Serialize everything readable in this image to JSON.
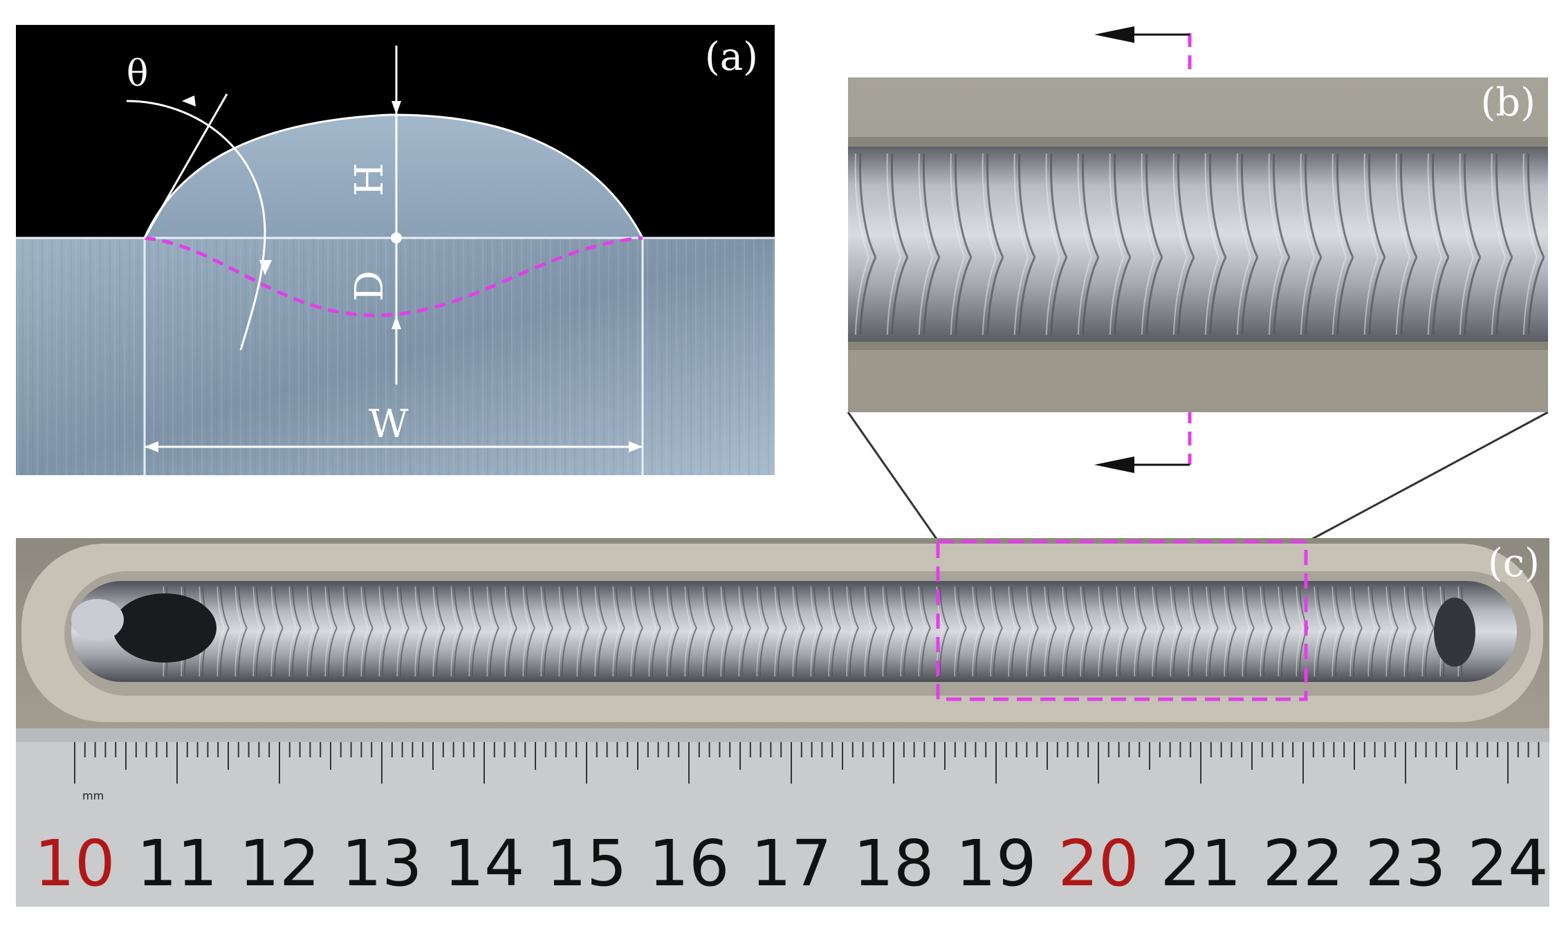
{
  "panels": {
    "a": {
      "label": "(a)",
      "symbols": {
        "theta": "θ",
        "height": "H",
        "depth": "D",
        "width": "W"
      }
    },
    "b": {
      "label": "(b)"
    },
    "c": {
      "label": "(c)"
    }
  },
  "ruler": {
    "unit": "mm",
    "numbers": [
      "10",
      "11",
      "12",
      "13",
      "14",
      "15",
      "16",
      "17",
      "18",
      "19",
      "20",
      "21",
      "22",
      "23",
      "24"
    ],
    "highlight_numbers": [
      "10",
      "20"
    ],
    "highlight_color": "#b01818",
    "number_color": "#111111"
  },
  "colors": {
    "annotation_dashed": "#e040e8",
    "background_black": "#000000",
    "cross_section_steel": "#8fa4b8",
    "plate_grey": "#9a968c",
    "weld_bead_silver": "#b8bcc4",
    "ruler_bg": "#c9cbcc"
  }
}
